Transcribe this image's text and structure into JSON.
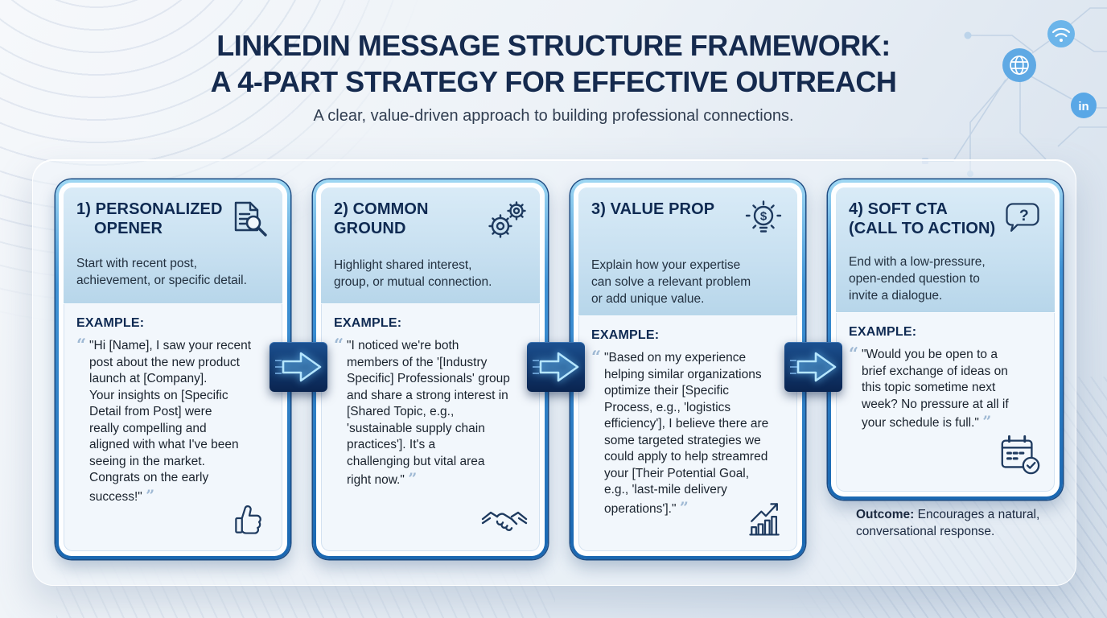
{
  "header": {
    "title_line1": "LINKEDIN MESSAGE STRUCTURE FRAMEWORK:",
    "title_line2": "A 4-PART STRATEGY FOR EFFECTIVE OUTREACH",
    "subtitle": "A clear, value-driven approach to building professional connections."
  },
  "quotes": {
    "open": "“",
    "close": "”"
  },
  "cards": [
    {
      "title_line1": "1) PERSONALIZED",
      "title_line2": "OPENER",
      "icon": "document-search-icon",
      "description": "Start with recent post,\nachievement, or specific detail.",
      "example_label": "EXAMPLE:",
      "example_text": "\"Hi [Name], I saw your recent\npost about the new product\nlaunch at [Company].\nYour insights on [Specific\nDetail from Post] were\nreally compelling and\naligned with what I've been\nseeing in the market.\nCongrats on the early\nsuccess!\"",
      "footer_icon": "thumbs-up-icon"
    },
    {
      "title_line1": "2) COMMON",
      "title_line2": "GROUND",
      "icon": "gears-icon",
      "description": "Highlight shared interest,\ngroup, or mutual connection.",
      "example_label": "EXAMPLE:",
      "example_text": "\"I noticed we're both\nmembers of the '[Industry\nSpecific] Professionals' group\nand share a strong interest in\n[Shared Topic, e.g.,\n'sustainable supply chain\npractices']. It's a\nchallenging but vital area\nright now.\"",
      "footer_icon": "handshake-icon"
    },
    {
      "title_line1": "3) VALUE PROP",
      "title_line2": "",
      "icon": "lightbulb-dollar-icon",
      "description": "Explain how your expertise\ncan solve a relevant problem\nor add unique value.",
      "example_label": "EXAMPLE:",
      "example_text": "\"Based on my experience\nhelping similar organizations\noptimize their [Specific\nProcess, e.g., 'logistics\nefficiency'], I believe there are\nsome targeted strategies we\ncould apply to help streamred\nyour [Their Potential Goal,\ne.g., 'last-mile delivery\noperations'].\"",
      "footer_icon": "growth-chart-icon"
    },
    {
      "title_line1": "4) SOFT CTA",
      "title_line2": "(CALL TO ACTION)",
      "icon": "question-bubble-icon",
      "description": "End with a low-pressure,\nopen-ended question to\ninvite a dialogue.",
      "example_label": "EXAMPLE:",
      "example_text": "\"Would you be open to a\nbrief exchange of ideas on\nthis topic sometime next\nweek? No pressure at all if\nyour schedule is full.\"",
      "footer_icon": "calendar-check-icon"
    }
  ],
  "outcome": {
    "label": "Outcome:",
    "text": "Encourages a natural,\nconversational response."
  },
  "decor_icons": [
    "wifi-icon",
    "globe-icon",
    "linkedin-icon"
  ],
  "linkedin_badge": "in",
  "colors": {
    "title_navy": "#152a4e",
    "card_border_blue": "#1a67b1",
    "card_header_blue": "#c6dff0",
    "arrow_box_navy": "#0a2450",
    "arrow_glow_blue": "#7fd4ff",
    "node_blue": "#5aa9e6",
    "quote_gray_blue": "#9fb9d4"
  }
}
